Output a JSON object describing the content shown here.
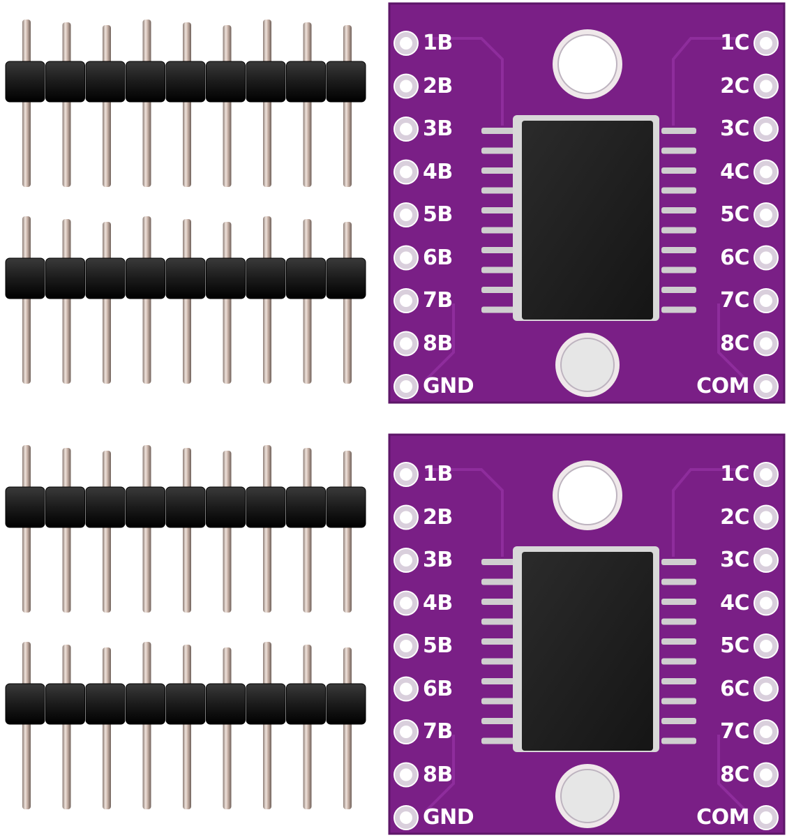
{
  "colors": {
    "background": "#ffffff",
    "pcb": "#7a1f86",
    "pcb_dark": "#5d1668",
    "trace": "#8e2d9c",
    "pad": "#d9cfdc",
    "pad_hole": "#ffffff",
    "chip": "#151515",
    "pin_metal": "#c9b3a8",
    "header_plastic": "#1b1b1b",
    "silkscreen": "#ffffff"
  },
  "boards": [
    {
      "left_labels": [
        "1B",
        "2B",
        "3B",
        "4B",
        "5B",
        "6B",
        "7B",
        "8B",
        "GND"
      ],
      "right_labels": [
        "1C",
        "2C",
        "3C",
        "4C",
        "5C",
        "6C",
        "7C",
        "8C",
        "COM"
      ]
    },
    {
      "left_labels": [
        "1B",
        "2B",
        "3B",
        "4B",
        "5B",
        "6B",
        "7B",
        "8B",
        "GND"
      ],
      "right_labels": [
        "1C",
        "2C",
        "3C",
        "4C",
        "5C",
        "6C",
        "7C",
        "8C",
        "COM"
      ]
    }
  ],
  "header_strips": {
    "count": 4,
    "pins_per_strip": 9
  }
}
